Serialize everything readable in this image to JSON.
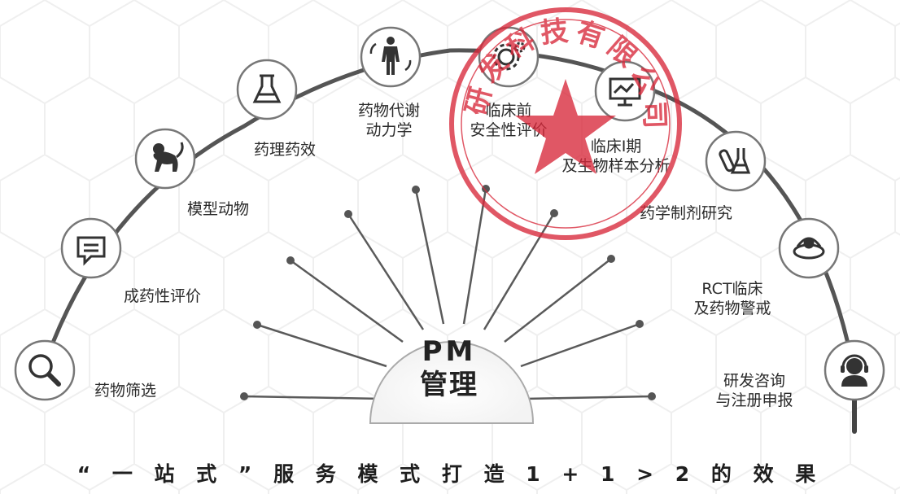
{
  "center": {
    "line1": "PM",
    "line2": "管理"
  },
  "stages": [
    {
      "label1": "药物筛选",
      "label2": "",
      "icon": "magnifier-icon"
    },
    {
      "label1": "成药性评价",
      "label2": "",
      "icon": "message-icon"
    },
    {
      "label1": "模型动物",
      "label2": "",
      "icon": "monkey-icon"
    },
    {
      "label1": "药理药效",
      "label2": "",
      "icon": "flask-icon"
    },
    {
      "label1": "药物代谢",
      "label2": "动力学",
      "icon": "human-body-icon"
    },
    {
      "label1": "临床前",
      "label2": "安全性评价",
      "icon": "gear-icon"
    },
    {
      "label1": "临床Ⅰ期",
      "label2": "及生物样本分析",
      "icon": "monitor-icon"
    },
    {
      "label1": "药学制剂研究",
      "label2": "",
      "icon": "test-tubes-icon"
    },
    {
      "label1": "RCT临床",
      "label2": "及药物警戒",
      "icon": "pill-box-icon"
    },
    {
      "label1": "研发咨询",
      "label2": "与注册申报",
      "icon": "headset-icon"
    }
  ],
  "slogan": "“ 一 站 式 ” 服 务 模 式 打 造 1 + 1 > 2 的 效 果",
  "stamp": {
    "text": "研发科技有限公司",
    "color": "#d8283a"
  },
  "colors": {
    "arc": "#555555",
    "ray": "#5a5a5a",
    "icon_border": "#777777"
  }
}
